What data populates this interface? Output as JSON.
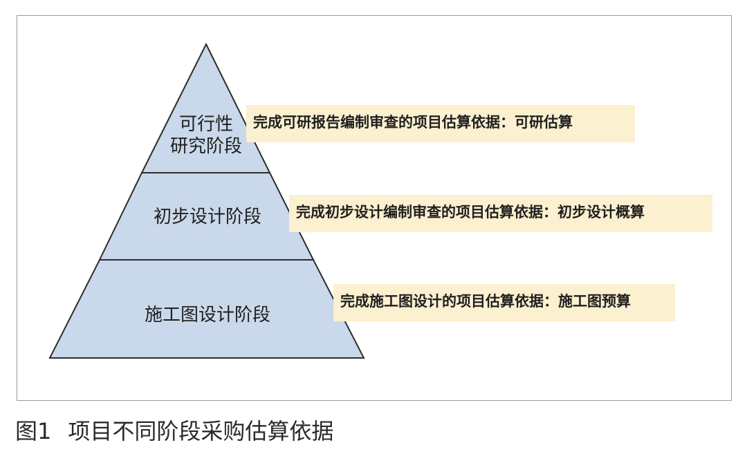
{
  "stages": [
    {
      "label_line1": "可行性",
      "label_line2": "研究阶段",
      "note": "完成可研报告编制审查的项目估算依据：可研估算"
    },
    {
      "label": "初步设计阶段",
      "note": "完成初步设计编制审查的项目估算依据：初步设计概算"
    },
    {
      "label": "施工图设计阶段",
      "note": "完成施工图设计的项目估算依据：施工图预算"
    }
  ],
  "caption": {
    "number": "图1",
    "text": "项目不同阶段采购估算依据"
  },
  "colors": {
    "pyramid_fill": "#c9d8ea",
    "pyramid_stroke": "#2b2b2b",
    "note_fill": "#fbf0cf"
  }
}
